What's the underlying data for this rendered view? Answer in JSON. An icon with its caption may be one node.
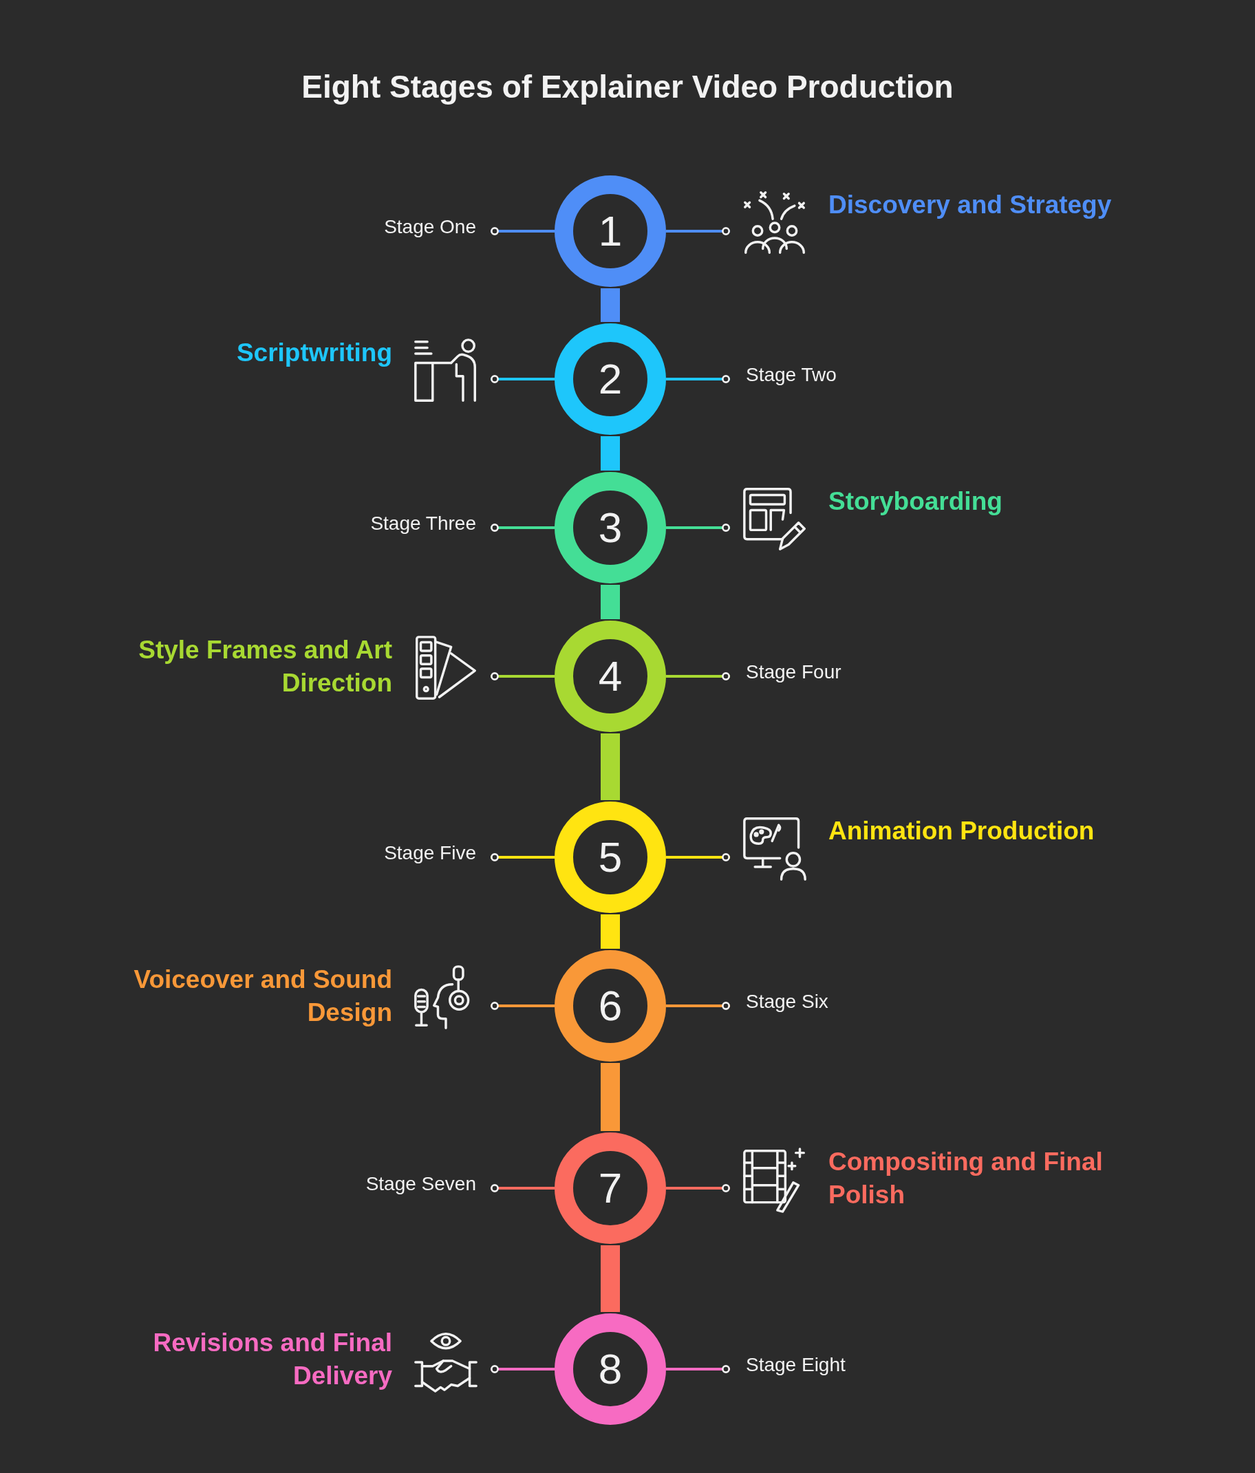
{
  "diagram": {
    "title": "Eight Stages of Explainer Video Production",
    "nodes": [
      {
        "text": [
          "Stage One"
        ]
      },
      {
        "text": [
          "1"
        ]
      },
      {
        "text": [
          "Discovery and Strategy"
        ]
      },
      {
        "text": [
          "Scriptwriting"
        ]
      },
      {
        "text": [
          "2"
        ]
      },
      {
        "text": [
          "Stage Two"
        ]
      },
      {
        "text": [
          "Stage Three"
        ]
      },
      {
        "text": [
          "3"
        ]
      },
      {
        "text": [
          "Storyboarding"
        ]
      },
      {
        "text": [
          "Style Frames and Art Direction"
        ]
      },
      {
        "text": [
          "4"
        ]
      },
      {
        "text": [
          "Stage Four"
        ]
      },
      {
        "text": [
          "Stage Five"
        ]
      },
      {
        "text": [
          "5"
        ]
      },
      {
        "text": [
          "Animation Production"
        ]
      },
      {
        "text": [
          "Voiceover and Sound Design"
        ]
      },
      {
        "text": [
          "6"
        ]
      },
      {
        "text": [
          "Stage Six"
        ]
      },
      {
        "text": [
          "Stage Seven"
        ]
      },
      {
        "text": [
          "7"
        ]
      },
      {
        "text": [
          "Compositing and Final Polish"
        ]
      },
      {
        "text": [
          "Revisions and Final Delivery"
        ]
      },
      {
        "text": [
          "8"
        ]
      },
      {
        "text": [
          "Stage Eight"
        ]
      }
    ],
    "edges": [
      {
        "from": 1,
        "to": 0,
        "arrow": "other",
        "color": "#4f8ef7"
      },
      {
        "from": 1,
        "to": 2,
        "arrow": "other",
        "color": "#4f8ef7"
      },
      {
        "from": 1,
        "to": 4,
        "arrow": "none",
        "style": "thick",
        "color": "#4f8ef7"
      },
      {
        "from": 4,
        "to": 3,
        "arrow": "other",
        "color": "#1ec6fb"
      },
      {
        "from": 4,
        "to": 5,
        "arrow": "other",
        "color": "#1ec6fb"
      },
      {
        "from": 4,
        "to": 7,
        "arrow": "none",
        "style": "thick",
        "color": "#1ec6fb"
      },
      {
        "from": 7,
        "to": 6,
        "arrow": "other",
        "color": "#44de96"
      },
      {
        "from": 7,
        "to": 8,
        "arrow": "other",
        "color": "#44de96"
      },
      {
        "from": 7,
        "to": 10,
        "arrow": "none",
        "style": "thick",
        "color": "#44de96"
      },
      {
        "from": 10,
        "to": 9,
        "arrow": "other",
        "color": "#a8d932"
      },
      {
        "from": 10,
        "to": 11,
        "arrow": "other",
        "color": "#a8d932"
      },
      {
        "from": 10,
        "to": 13,
        "arrow": "none",
        "style": "thick",
        "color": "#a8d932"
      },
      {
        "from": 13,
        "to": 12,
        "arrow": "other",
        "color": "#ffe411"
      },
      {
        "from": 13,
        "to": 14,
        "arrow": "other",
        "color": "#ffe411"
      },
      {
        "from": 13,
        "to": 16,
        "arrow": "none",
        "style": "thick",
        "color": "#ffe411"
      },
      {
        "from": 16,
        "to": 15,
        "arrow": "other",
        "color": "#f99838"
      },
      {
        "from": 16,
        "to": 17,
        "arrow": "other",
        "color": "#f99838"
      },
      {
        "from": 16,
        "to": 19,
        "arrow": "none",
        "style": "thick",
        "color": "#f99838"
      },
      {
        "from": 19,
        "to": 18,
        "arrow": "other",
        "color": "#fb6b5f"
      },
      {
        "from": 19,
        "to": 20,
        "arrow": "other",
        "color": "#fb6b5f"
      },
      {
        "from": 19,
        "to": 22,
        "arrow": "none",
        "style": "thick",
        "color": "#fb6b5f"
      },
      {
        "from": 22,
        "to": 21,
        "arrow": "other",
        "color": "#f76bc2"
      },
      {
        "from": 22,
        "to": 23,
        "arrow": "other",
        "color": "#f76bc2"
      }
    ]
  }
}
